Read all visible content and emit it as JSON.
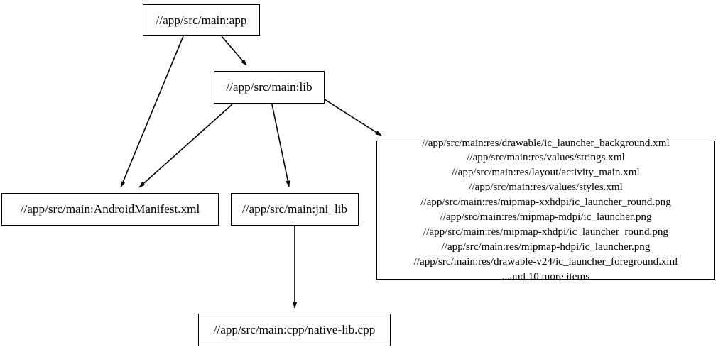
{
  "graph": {
    "type": "directed-dependency-graph",
    "background_color": "#ffffff",
    "node_border_color": "#000000",
    "node_fill_color": "#ffffff",
    "edge_color": "#000000",
    "text_color": "#000000",
    "nodes": [
      {
        "id": "app",
        "label": "//app/src/main:app"
      },
      {
        "id": "lib",
        "label": "//app/src/main:lib"
      },
      {
        "id": "manifest",
        "label": "//app/src/main:AndroidManifest.xml"
      },
      {
        "id": "jnilib",
        "label": "//app/src/main:jni_lib"
      },
      {
        "id": "resources",
        "label": "//app/src/main:res/drawable/ic_launcher_background.xml\n//app/src/main:res/values/strings.xml\n//app/src/main:res/layout/activity_main.xml\n//app/src/main:res/values/styles.xml\n//app/src/main:res/mipmap-xxhdpi/ic_launcher_round.png\n//app/src/main:res/mipmap-mdpi/ic_launcher.png\n//app/src/main:res/mipmap-xhdpi/ic_launcher_round.png\n//app/src/main:res/mipmap-hdpi/ic_launcher.png\n//app/src/main:res/drawable-v24/ic_launcher_foreground.xml\n...and 10 more items",
        "lines": [
          "//app/src/main:res/drawable/ic_launcher_background.xml",
          "//app/src/main:res/values/strings.xml",
          "//app/src/main:res/layout/activity_main.xml",
          "//app/src/main:res/values/styles.xml",
          "//app/src/main:res/mipmap-xxhdpi/ic_launcher_round.png",
          "//app/src/main:res/mipmap-mdpi/ic_launcher.png",
          "//app/src/main:res/mipmap-xhdpi/ic_launcher_round.png",
          "//app/src/main:res/mipmap-hdpi/ic_launcher.png",
          "//app/src/main:res/drawable-v24/ic_launcher_foreground.xml",
          "...and 10 more items"
        ]
      },
      {
        "id": "nativelib",
        "label": "//app/src/main:cpp/native-lib.cpp"
      }
    ],
    "edges": [
      {
        "id": "app-to-manifest",
        "from": "app",
        "to": "manifest"
      },
      {
        "id": "app-to-lib",
        "from": "app",
        "to": "lib"
      },
      {
        "id": "lib-to-manifest",
        "from": "lib",
        "to": "manifest"
      },
      {
        "id": "lib-to-jnilib",
        "from": "lib",
        "to": "jnilib"
      },
      {
        "id": "lib-to-resources",
        "from": "lib",
        "to": "resources"
      },
      {
        "id": "jnilib-to-nativelib",
        "from": "jnilib",
        "to": "nativelib"
      }
    ]
  }
}
